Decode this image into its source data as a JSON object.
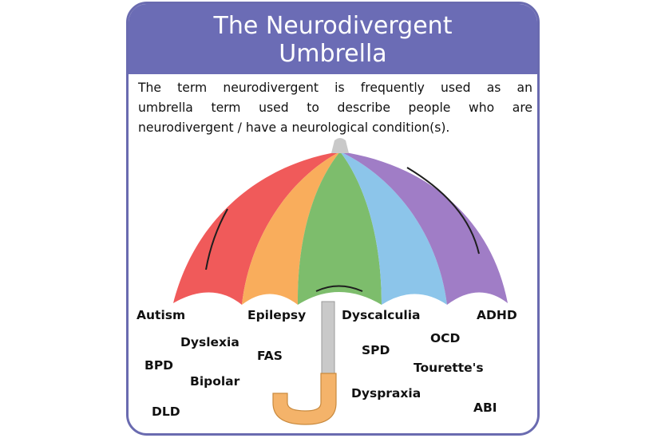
{
  "title": {
    "line1": "The Neurodivergent",
    "line2": "Umbrella"
  },
  "intro": {
    "line1": "The term neurodivergent is frequently used as an",
    "line2": "umbrella term used to describe people who are",
    "line3": "neurodivergent / have a neurological condition(s)."
  },
  "conditions": {
    "autism": "Autism",
    "epilepsy": "Epilepsy",
    "dyscalculia": "Dyscalculia",
    "adhd": "ADHD",
    "dyslexia": "Dyslexia",
    "fas": "FAS",
    "spd": "SPD",
    "ocd": "OCD",
    "bpd": "BPD",
    "tourettes": "Tourette's",
    "bipolar": "Bipolar",
    "dyspraxia": "Dyspraxia",
    "dld": "DLD",
    "abi": "ABI"
  },
  "colors": {
    "banner": "#6b6cb5",
    "border": "#6a6bb0",
    "panel_red": "#f05a5a",
    "panel_orange": "#f9ad5c",
    "panel_green": "#7dbd6c",
    "panel_blue": "#8cc5ea",
    "panel_purple": "#a07dc6",
    "handle": "#f4b36a",
    "shaft": "#c9c9c9"
  }
}
